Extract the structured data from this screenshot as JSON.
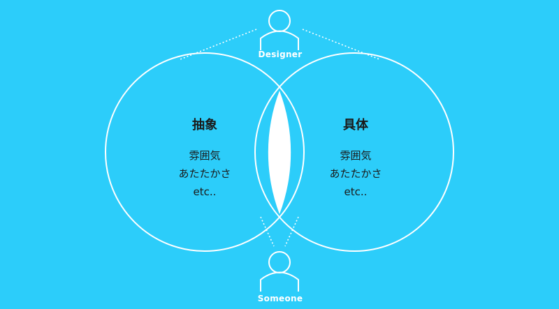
{
  "diagram": {
    "left_circle": {
      "title": "抽象",
      "items": [
        "雰囲気",
        "あたたかさ",
        "etc.."
      ]
    },
    "right_circle": {
      "title": "具体",
      "items": [
        "雰囲気",
        "あたたかさ",
        "etc.."
      ]
    },
    "top_person": {
      "label": "Designer",
      "icon": "person-icon"
    },
    "bottom_person": {
      "label": "Someone",
      "icon": "person-icon"
    }
  },
  "colors": {
    "background": "#2ccdfa",
    "stroke": "#ffffff",
    "overlap_fill": "#ffffff",
    "text": "#1a1a1a"
  }
}
